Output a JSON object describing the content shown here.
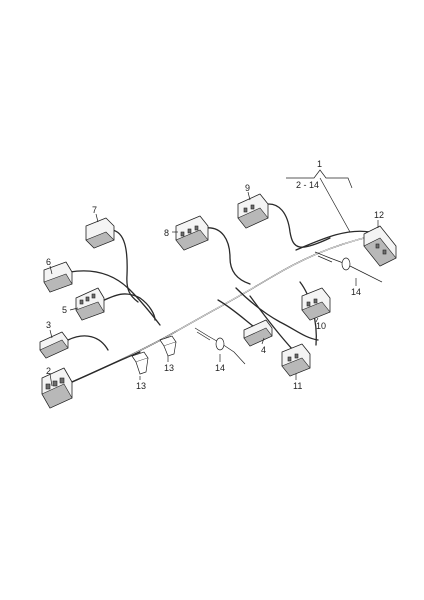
{
  "callouts": {
    "c1": "1",
    "range": "2 - 14",
    "c2": "2",
    "c3": "3",
    "c4": "4",
    "c5": "5",
    "c6": "6",
    "c7": "7",
    "c8": "8",
    "c9": "9",
    "c10": "10",
    "c11": "11",
    "c12": "12",
    "c13a": "13",
    "c13b": "13",
    "c14a": "14",
    "c14b": "14"
  }
}
